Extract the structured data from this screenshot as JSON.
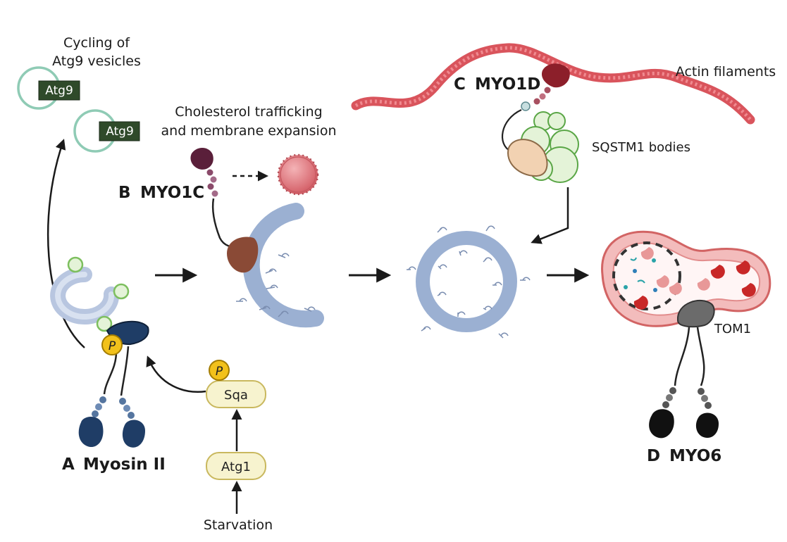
{
  "labels": {
    "cycling_line1": "Cycling of",
    "cycling_line2": "Atg9 vesicles",
    "atg9_tag_1": "Atg9",
    "atg9_tag_2": "Atg9",
    "cholesterol_line1": "Cholesterol trafficking",
    "cholesterol_line2": "and membrane expansion",
    "actin": "Actin filaments",
    "sqstm1": "SQSTM1 bodies",
    "tom1": "TOM1",
    "starvation": "Starvation",
    "sqa": "Sqa",
    "atg1": "Atg1",
    "phospho_1": "P",
    "phospho_2": "P"
  },
  "panels": {
    "a_letter": "A",
    "a_name": "Myosin II",
    "b_letter": "B",
    "b_name": "MYO1C",
    "c_letter": "C",
    "c_name": "MYO1D",
    "d_letter": "D",
    "d_name": "MYO6"
  },
  "colors": {
    "myosin2": "#1f3d66",
    "myo1c": "#5a1f3a",
    "myo1d": "#8c1f2a",
    "myo6": "#222222",
    "actin": "#d9545c",
    "membrane": "#9bb0d2",
    "vesicle_ring": "#8fcbb5",
    "sqstm1": "#5aa646",
    "phospho": "#f2c11b",
    "kinase_box": "#f7f3cf",
    "lysosome": "#e88a8a"
  }
}
